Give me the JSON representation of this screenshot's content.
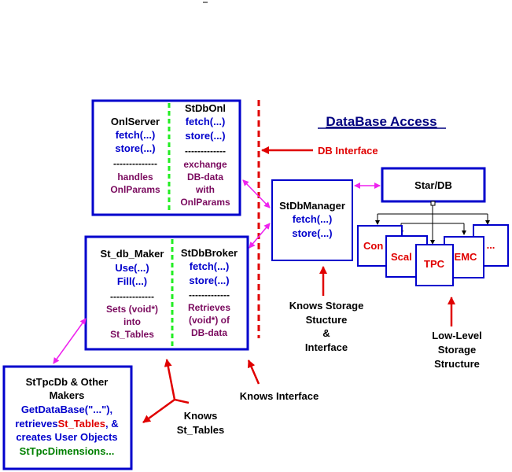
{
  "title": "DataBase Access",
  "colors": {
    "box_border": "#0000cc",
    "method_text": "#0000cc",
    "note_text": "#7a0a5e",
    "label_red": "#e00000",
    "green_text": "#008000",
    "divider_green": "#22ee22",
    "divider_red": "#e00000",
    "link_magenta": "#ee22ee"
  },
  "onl_server": {
    "name": "OnlServer",
    "fetch": "fetch(...)",
    "store": "store(...)",
    "sep": "--------------",
    "note1": "handles",
    "note2": "OnlParams"
  },
  "st_db_onl": {
    "name": "StDbOnl",
    "fetch": "fetch(...)",
    "store": "store(...)",
    "sep": "-------------",
    "note1": "exchange",
    "note2": "DB-data",
    "note3": "with",
    "note4": "OnlParams"
  },
  "st_db_maker": {
    "name": "St_db_Maker",
    "use": "Use(...)",
    "fill": "Fill(...)",
    "sep": "--------------",
    "note1": "Sets (void*)",
    "note2": "into",
    "note3": "St_Tables"
  },
  "st_db_broker": {
    "name": "StDbBroker",
    "fetch": "fetch(...)",
    "store": "store(...)",
    "sep": "-------------",
    "note1": "Retrieves",
    "note2": "(void*) of",
    "note3": "DB-data"
  },
  "st_db_manager": {
    "name": "StDbManager",
    "fetch": "fetch(...)",
    "store": "store(...)"
  },
  "star_db": {
    "name": "Star/DB"
  },
  "storage_boxes": {
    "con": "Con",
    "scal": "Scal",
    "tpc": "TPC",
    "emc": "EMC",
    "more": "..."
  },
  "makers": {
    "line1": "StTpcDb & Other",
    "line2": "Makers",
    "line3": "GetDataBase(\"...\"),",
    "line4a": "retrieves",
    "line4b": "St_Tables",
    "line4c": ", &",
    "line5": "creates User Objects",
    "line6": "StTpcDimensions..."
  },
  "labels": {
    "db_interface": "DB Interface",
    "knows_storage_1": "Knows Storage",
    "knows_storage_2": "Stucture",
    "knows_storage_3": "&",
    "knows_storage_4": "Interface",
    "low_level_1": "Low-Level",
    "low_level_2": "Storage",
    "low_level_3": "Structure",
    "knows_interface": "Knows Interface",
    "knows_tables_1": "Knows",
    "knows_tables_2": "St_Tables"
  }
}
